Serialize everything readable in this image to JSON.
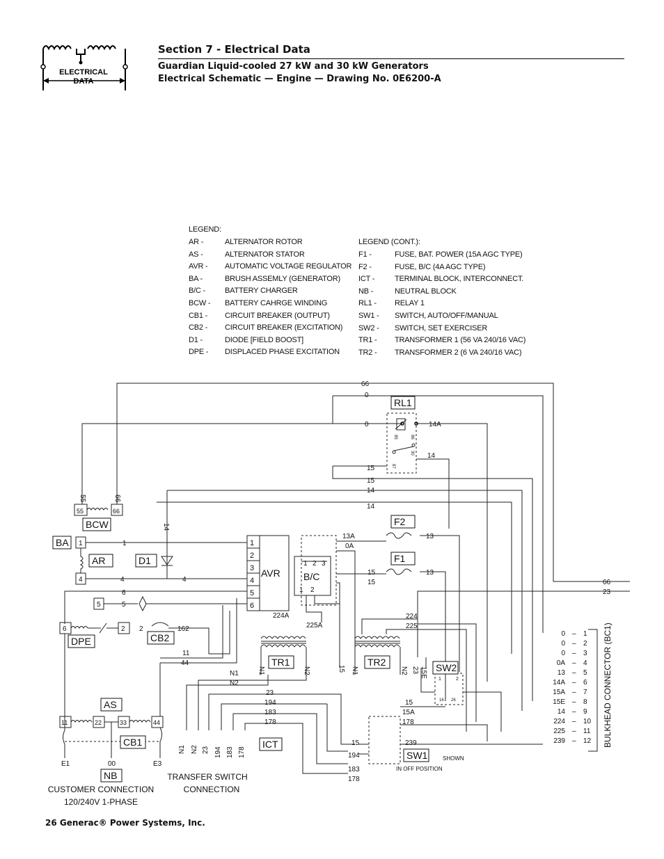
{
  "header": {
    "logo_text_1": "ELECTRICAL",
    "logo_text_2": "DATA",
    "section_title": "Section 7 - Electrical Data",
    "subtitle_1": "Guardian Liquid-cooled 27 kW and 30 kW Generators",
    "subtitle_2": "Electrical Schematic — Engine — Drawing No. 0E6200-A"
  },
  "legend": {
    "title": "LEGEND:",
    "title_cont": "LEGEND (CONT.):",
    "left": [
      {
        "abbr": "AR  -",
        "desc": "ALTERNATOR ROTOR"
      },
      {
        "abbr": "AS  -",
        "desc": "ALTERNATOR STATOR"
      },
      {
        "abbr": "AVR -",
        "desc": "AUTOMATIC VOLTAGE REGULATOR"
      },
      {
        "abbr": "BA  -",
        "desc": "BRUSH ASSEMLY (GENERATOR)"
      },
      {
        "abbr": "B/C -",
        "desc": "BATTERY CHARGER"
      },
      {
        "abbr": "BCW -",
        "desc": "BATTERY CAHRGE WINDING"
      },
      {
        "abbr": "CB1 -",
        "desc": "CIRCUIT BREAKER (OUTPUT)"
      },
      {
        "abbr": "CB2 -",
        "desc": "CIRCUIT BREAKER (EXCITATION)"
      },
      {
        "abbr": "D1  -",
        "desc": "DIODE [FIELD BOOST]"
      },
      {
        "abbr": "DPE -",
        "desc": "DISPLACED PHASE EXCITATION"
      }
    ],
    "right": [
      {
        "abbr": "F1  -",
        "desc": "FUSE, BAT. POWER (15A AGC TYPE)"
      },
      {
        "abbr": "F2  -",
        "desc": "FUSE, B/C (4A AGC TYPE)"
      },
      {
        "abbr": "ICT -",
        "desc": "TERMINAL BLOCK, INTERCONNECT."
      },
      {
        "abbr": "NB  -",
        "desc": "NEUTRAL BLOCK"
      },
      {
        "abbr": "RL1 -",
        "desc": "RELAY 1"
      },
      {
        "abbr": "SW1 -",
        "desc": "SWITCH, AUTO/OFF/MANUAL"
      },
      {
        "abbr": "SW2 -",
        "desc": "SWITCH, SET EXERCISER"
      },
      {
        "abbr": "TR1 -",
        "desc": "TRANSFORMER 1 (56 VA 240/16 VAC)"
      },
      {
        "abbr": "TR2 -",
        "desc": "TRANSFORMER 2 (6 VA 240/16 VAC)"
      }
    ]
  },
  "components": {
    "rl1": "RL1",
    "f2": "F2",
    "f1": "F1",
    "bcw": "BCW",
    "ba": "BA",
    "ar": "AR",
    "d1": "D1",
    "avr": "AVR",
    "bc": "B/C",
    "dpe": "DPE",
    "cb2": "CB2",
    "as": "AS",
    "cb1": "CB1",
    "nb": "NB",
    "tr1": "TR1",
    "tr2": "TR2",
    "sw2": "SW2",
    "sw1": "SW1",
    "ict": "ICT"
  },
  "wires": {
    "w66": "66",
    "w0": "0",
    "w14A": "14A",
    "w14": "14",
    "w15": "15",
    "w55": "55",
    "w1": "1",
    "w2": "2",
    "w3": "3",
    "w4": "4",
    "w5": "5",
    "w6": "6",
    "w13A": "13A",
    "w0A": "0A",
    "w13": "13",
    "w23": "23",
    "w162": "162",
    "w11": "11",
    "w44": "44",
    "w22": "22",
    "w33": "33",
    "w00": "00",
    "w224A": "224A",
    "w225A": "225A",
    "w224": "224",
    "w225": "225",
    "wN1": "N1",
    "wN2": "N2",
    "w194": "194",
    "w183": "183",
    "w178": "178",
    "w15A": "15A",
    "w15E": "15E",
    "w239": "239",
    "w85": "85",
    "w86": "86",
    "w30": "30",
    "w87": "87",
    "wE1": "E1",
    "wE3": "E3",
    "w12": "12",
    "w10": "10",
    "w7": "7",
    "w8": "8",
    "w9": "9",
    "w16": "16",
    "w26": "26"
  },
  "bulkhead_label": "BULKHEAD CONNECTOR (BC1)",
  "bulkhead_pins": [
    {
      "wire": "0",
      "pin": "1"
    },
    {
      "wire": "0",
      "pin": "2"
    },
    {
      "wire": "0",
      "pin": "3"
    },
    {
      "wire": "0A",
      "pin": "4"
    },
    {
      "wire": "13",
      "pin": "5"
    },
    {
      "wire": "14A",
      "pin": "6"
    },
    {
      "wire": "15A",
      "pin": "7"
    },
    {
      "wire": "15E",
      "pin": "8"
    },
    {
      "wire": "14",
      "pin": "9"
    },
    {
      "wire": "224",
      "pin": "10"
    },
    {
      "wire": "225",
      "pin": "11"
    },
    {
      "wire": "239",
      "pin": "12"
    }
  ],
  "labels": {
    "customer_1": "CUSTOMER CONNECTION",
    "customer_2": "120/240V 1-PHASE",
    "transfer_1": "TRANSFER SWITCH",
    "transfer_2": "CONNECTION",
    "shown": "SHOWN",
    "off_position": "IN OFF POSITION"
  },
  "footer": "26  Generac® Power Systems, Inc."
}
